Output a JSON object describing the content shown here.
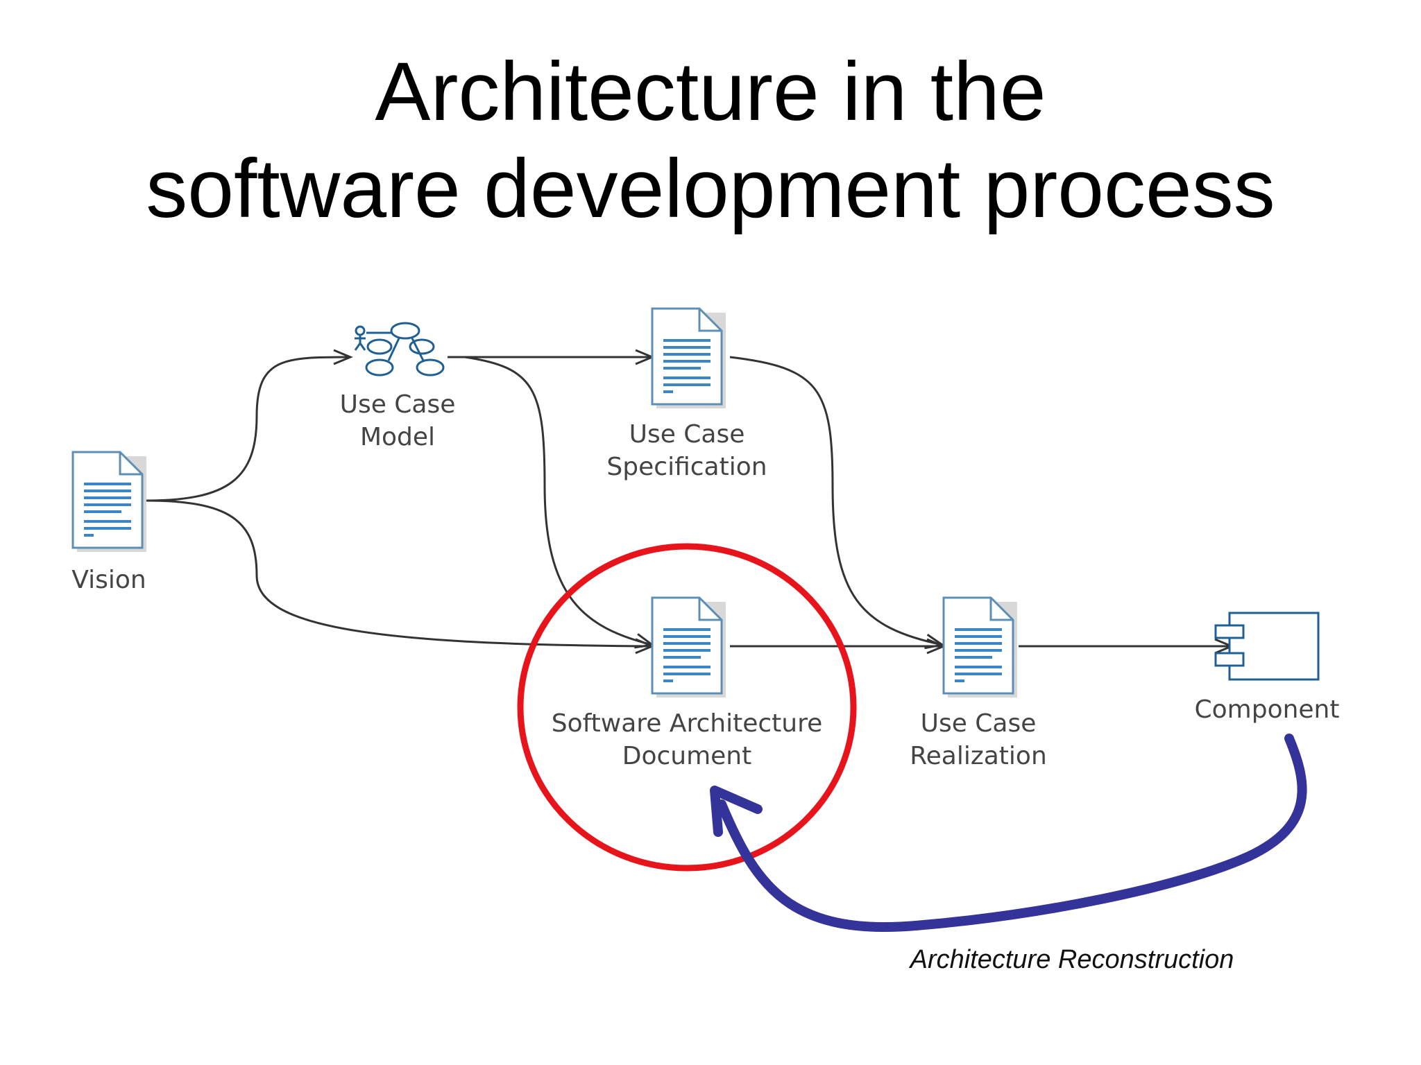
{
  "title": {
    "line1": "Architecture in the",
    "line2": "software development process"
  },
  "nodes": {
    "vision": {
      "label": "Vision",
      "icon": "document-icon"
    },
    "use_case_model": {
      "line1": "Use Case",
      "line2": "Model",
      "icon": "use-case-diagram-icon"
    },
    "use_case_spec": {
      "line1": "Use Case",
      "line2": "Specification",
      "icon": "document-icon"
    },
    "sad": {
      "line1": "Software Architecture",
      "line2": "Document",
      "icon": "document-icon"
    },
    "use_case_realization": {
      "line1": "Use Case",
      "line2": "Realization",
      "icon": "document-icon"
    },
    "component": {
      "label": "Component",
      "icon": "uml-component-icon"
    }
  },
  "annotation": {
    "reconstruction_label": "Architecture Reconstruction",
    "highlight_color": "#e8141b",
    "arrow_color": "#33339a"
  }
}
